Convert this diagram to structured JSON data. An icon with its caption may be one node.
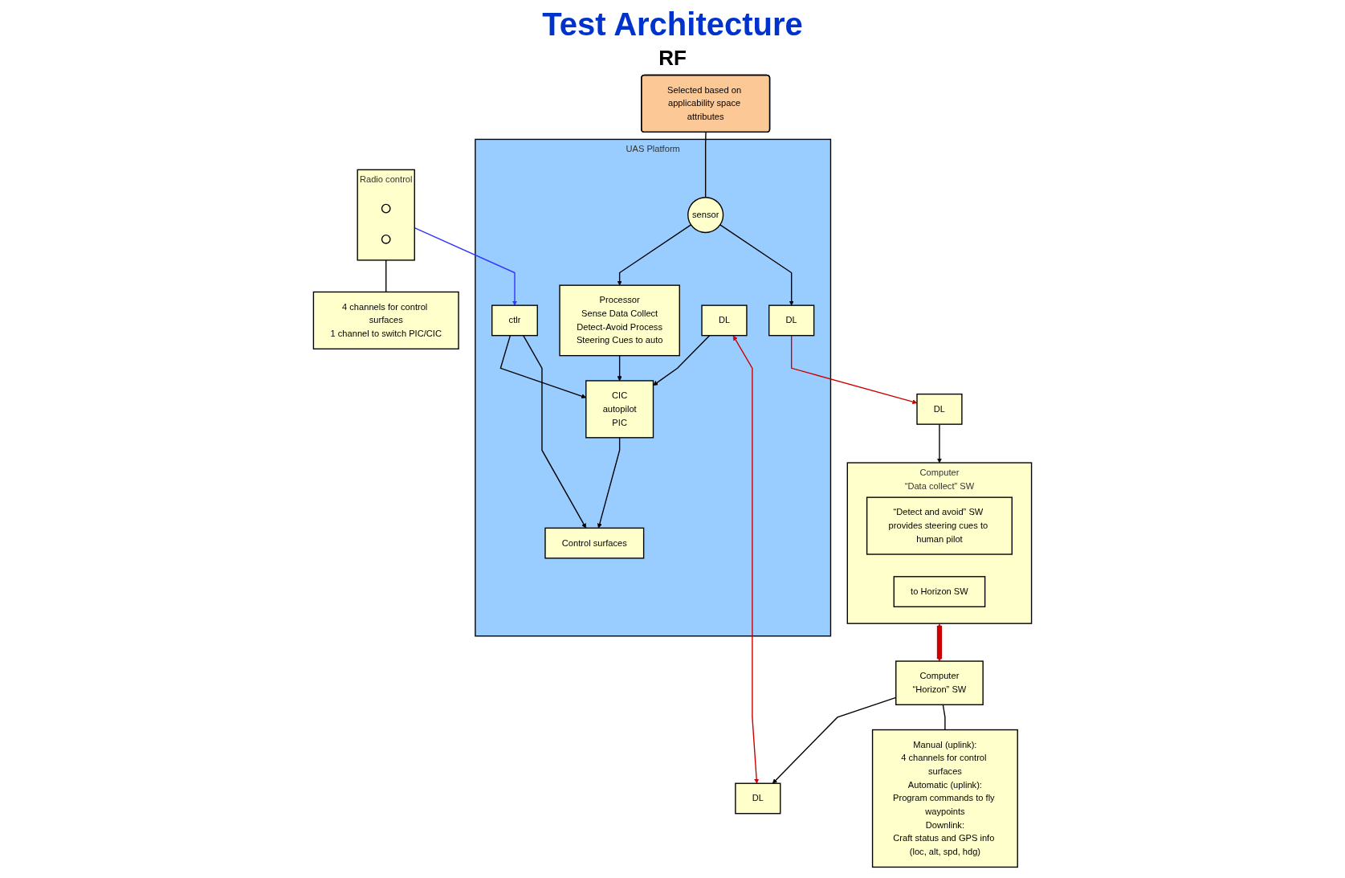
{
  "diagram": {
    "title": "Test Architecture",
    "nodes": [
      {
        "text": [
          "UAS Platform"
        ]
      },
      {
        "text": [
          "Selected based on applicability space attributes"
        ]
      },
      {
        "text": [
          "sensor"
        ],
        "in": 0
      },
      {
        "text": [
          "Processor",
          "Sense Data Collect",
          "Detect-Avoid Process",
          "Steering Cues to auto"
        ],
        "in": 0
      },
      {
        "text": [
          "DL"
        ],
        "in": 0
      },
      {
        "text": [
          "DL"
        ],
        "in": 0
      },
      {
        "text": [
          "CIC",
          "autopilot",
          "PIC"
        ],
        "in": 0
      },
      {
        "text": [
          "ctlr"
        ],
        "in": 0
      },
      {
        "text": [
          "Control surfaces"
        ],
        "in": 0
      },
      {
        "text": [
          "DL"
        ]
      },
      {
        "text": [
          "Computer",
          "“Data collect” SW"
        ]
      },
      {
        "text": [
          "“Detect and avoid” SW provides steering cues to human pilot"
        ],
        "in": 10
      },
      {
        "text": [
          "to Horizon SW"
        ],
        "in": 10
      },
      {
        "text": [
          "DL"
        ]
      },
      {
        "text": [
          "Computer",
          "“Horizon” SW"
        ]
      },
      {
        "text": [
          "Manual (uplink):",
          "4 channels for control surfaces",
          "Automatic (uplink):",
          "Program commands to fly waypoints",
          "Downlink:",
          "Craft status and GPS info (loc, alt, spd, hdg)"
        ]
      },
      {
        "text": [
          "Radio control"
        ]
      },
      {
        "text": [],
        "shape": "circle",
        "in": 16
      },
      {
        "text": [],
        "shape": "circle",
        "in": 16
      },
      {
        "text": [
          "4 channels for control surfaces",
          "1 channel to switch PIC/CIC"
        ]
      }
    ],
    "edges": [
      {
        "from": 1,
        "to": 2,
        "arrow": "none"
      },
      {
        "from": 2,
        "to": 3,
        "arrow": "to"
      },
      {
        "from": 2,
        "to": 4,
        "arrow": "to"
      },
      {
        "from": 3,
        "to": 6,
        "arrow": "to"
      },
      {
        "from": 5,
        "to": 6,
        "arrow": "to"
      },
      {
        "from": 7,
        "to": 6,
        "arrow": "to"
      },
      {
        "from": 6,
        "to": 8,
        "arrow": "to"
      },
      {
        "from": 7,
        "to": 8,
        "arrow": "to"
      },
      {
        "from": 4,
        "to": 9,
        "arrow": "to",
        "color": "#cc0000"
      },
      {
        "from": 13,
        "to": 5,
        "arrow": "both",
        "color": "#cc0000"
      },
      {
        "from": 16,
        "to": 7,
        "arrow": "to",
        "color": "#3333ff"
      },
      {
        "from": 9,
        "to": 10,
        "arrow": "to"
      },
      {
        "from": 14,
        "to": 13,
        "arrow": "to"
      },
      {
        "from": 10,
        "to": 14,
        "arrow": "both",
        "style": "thick",
        "color": "#cc0000"
      },
      {
        "from": 14,
        "to": 15,
        "arrow": "none"
      },
      {
        "from": 16,
        "to": 19,
        "arrow": "none"
      }
    ],
    "labels": [
      "RF"
    ]
  }
}
